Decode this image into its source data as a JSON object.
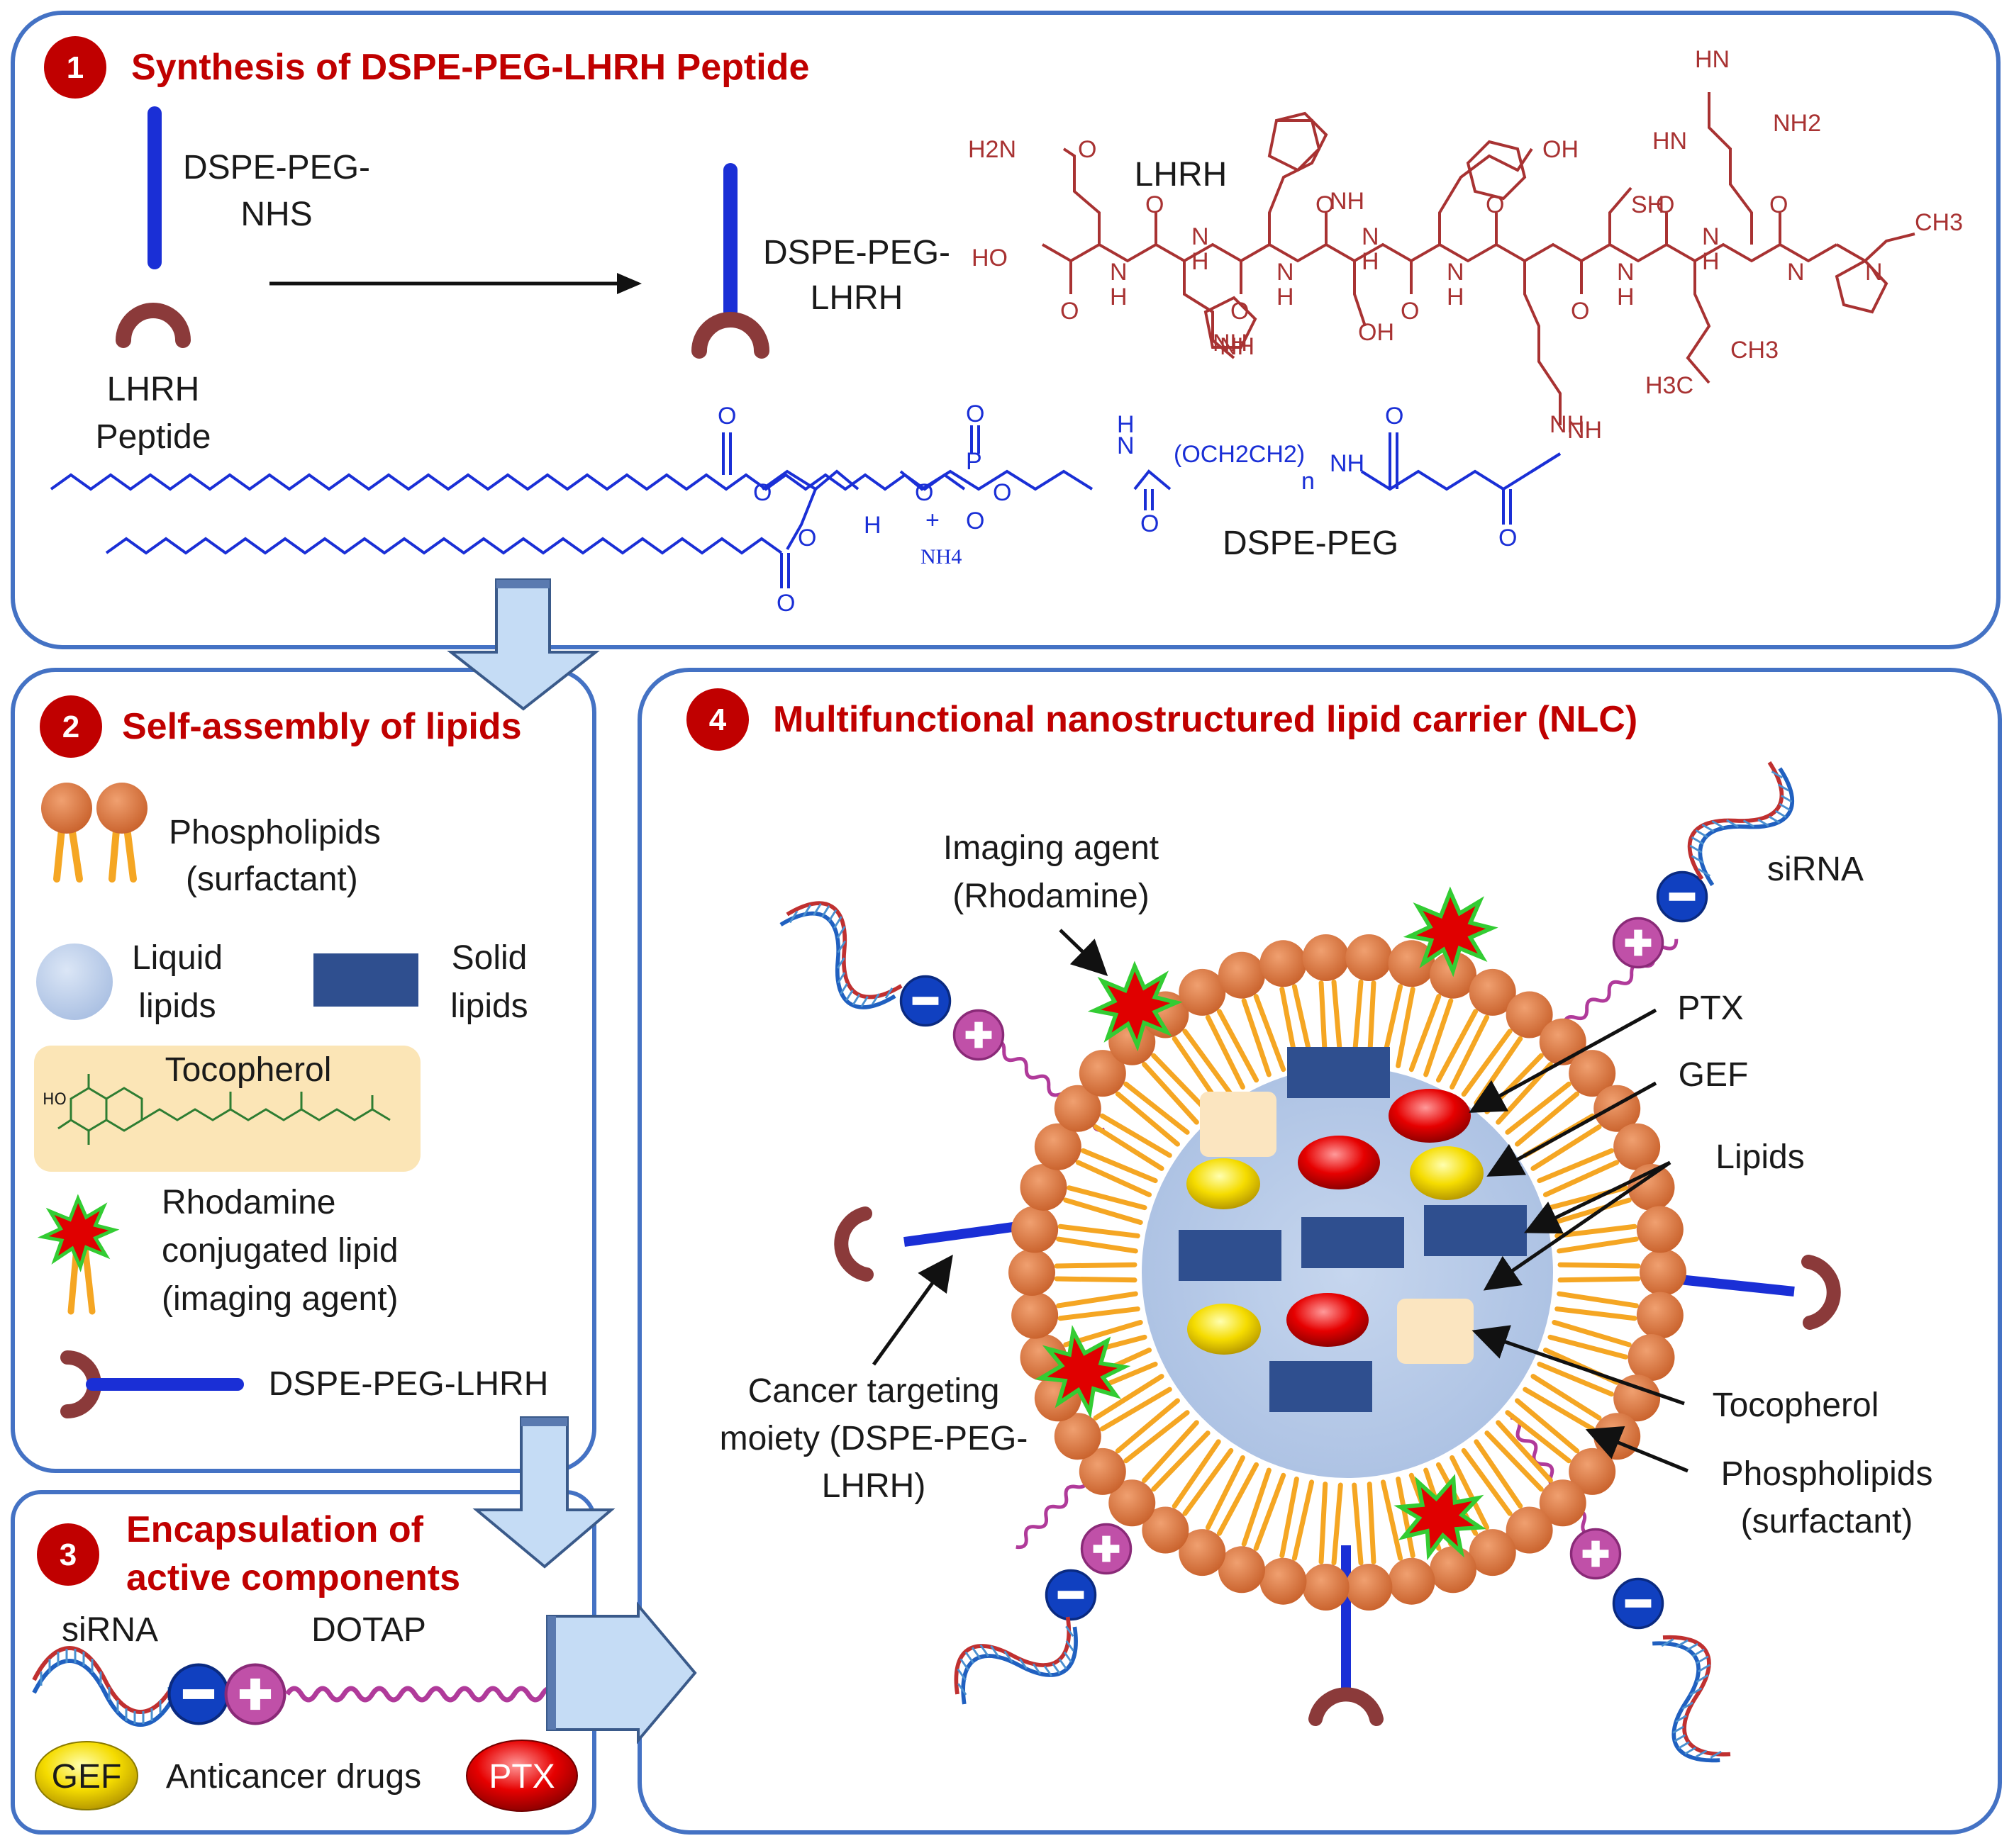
{
  "panel1": {
    "number": "1",
    "title": "Synthesis of DSPE-PEG-LHRH Peptide",
    "dspe_peg_nhs_line1": "DSPE-PEG-",
    "dspe_peg_nhs_line2": "NHS",
    "lhrh_peptide_line1": "LHRH",
    "lhrh_peptide_line2": "Peptide",
    "dspe_peg_lhrh_line1": "DSPE-PEG-",
    "dspe_peg_lhrh_line2": "LHRH",
    "lhrh_structure_label": "LHRH",
    "dspe_peg_structure_label": "DSPE-PEG",
    "atoms_red": [
      "H2N",
      "O",
      "HO",
      "O",
      "N",
      "H",
      "NH",
      "O",
      "N",
      "H",
      "O",
      "NH",
      "O",
      "N",
      "H",
      "OH",
      "N",
      "H",
      "O",
      "OH",
      "NH",
      "O",
      "N",
      "H",
      "SH",
      "O",
      "N",
      "H",
      "O",
      "HN",
      "NH2",
      "HN",
      "N",
      "H",
      "O",
      "N",
      "CH3",
      "NH",
      "N",
      "CH3",
      "H3C",
      "NH"
    ],
    "atoms_blue": [
      "O",
      "O",
      "O",
      "O",
      "P",
      "O",
      "O",
      "O",
      "+",
      "NH4",
      "H",
      "O",
      "(OCH2CH2)",
      "n",
      "NH",
      "O",
      "O",
      "N",
      "H",
      "O"
    ]
  },
  "panel2": {
    "number": "2",
    "title": "Self-assembly of lipids",
    "phospholipids_line1": "Phospholipids",
    "phospholipids_line2": "(surfactant)",
    "liquid_line1": "Liquid",
    "liquid_line2": "lipids",
    "solid_line1": "Solid",
    "solid_line2": "lipids",
    "tocopherol": "Tocopherol",
    "tocopherol_ho": "HO",
    "rhodamine_line1": "Rhodamine",
    "rhodamine_line2": "conjugated lipid",
    "rhodamine_line3": "(imaging agent)",
    "dspe_peg_lhrh": "DSPE-PEG-LHRH"
  },
  "panel3": {
    "number": "3",
    "title_line1": "Encapsulation of",
    "title_line2": "active components",
    "sirna": "siRNA",
    "dotap": "DOTAP",
    "gef": "GEF",
    "anticancer": "Anticancer drugs",
    "ptx": "PTX"
  },
  "panel4": {
    "number": "4",
    "title": "Multifunctional nanostructured lipid carrier (NLC)",
    "imaging_line1": "Imaging agent",
    "imaging_line2": "(Rhodamine)",
    "sirna": "siRNA",
    "ptx": "PTX",
    "gef": "GEF",
    "lipids": "Lipids",
    "tocopherol": "Tocopherol",
    "phospholipids_line1": "Phospholipids",
    "phospholipids_line2": "(surfactant)",
    "cancer_line1": "Cancer targeting",
    "cancer_line2": "moiety (DSPE-PEG-",
    "cancer_line3": "LHRH)"
  },
  "colors": {
    "title_red": "#c00000",
    "panel_border": "#4472c4",
    "peptide_brown": "#8b3a3a",
    "peg_blue": "#1a2fd6",
    "phospholipid_head": "#e07b39",
    "phospholipid_tail": "#f5a623",
    "liquid_lipid": "#b4c7e7",
    "solid_lipid": "#2f4f8f",
    "tocopherol_bg": "#fbe5b6",
    "rhodamine_red": "#e00000",
    "rhodamine_green": "#33cc33",
    "dotap_magenta": "#b03a9a",
    "sirna_minus_blue": "#1040c0",
    "gef_yellow": "#f0d000",
    "ptx_red": "#e00000",
    "arrow_fill": "#c5dcf5"
  }
}
